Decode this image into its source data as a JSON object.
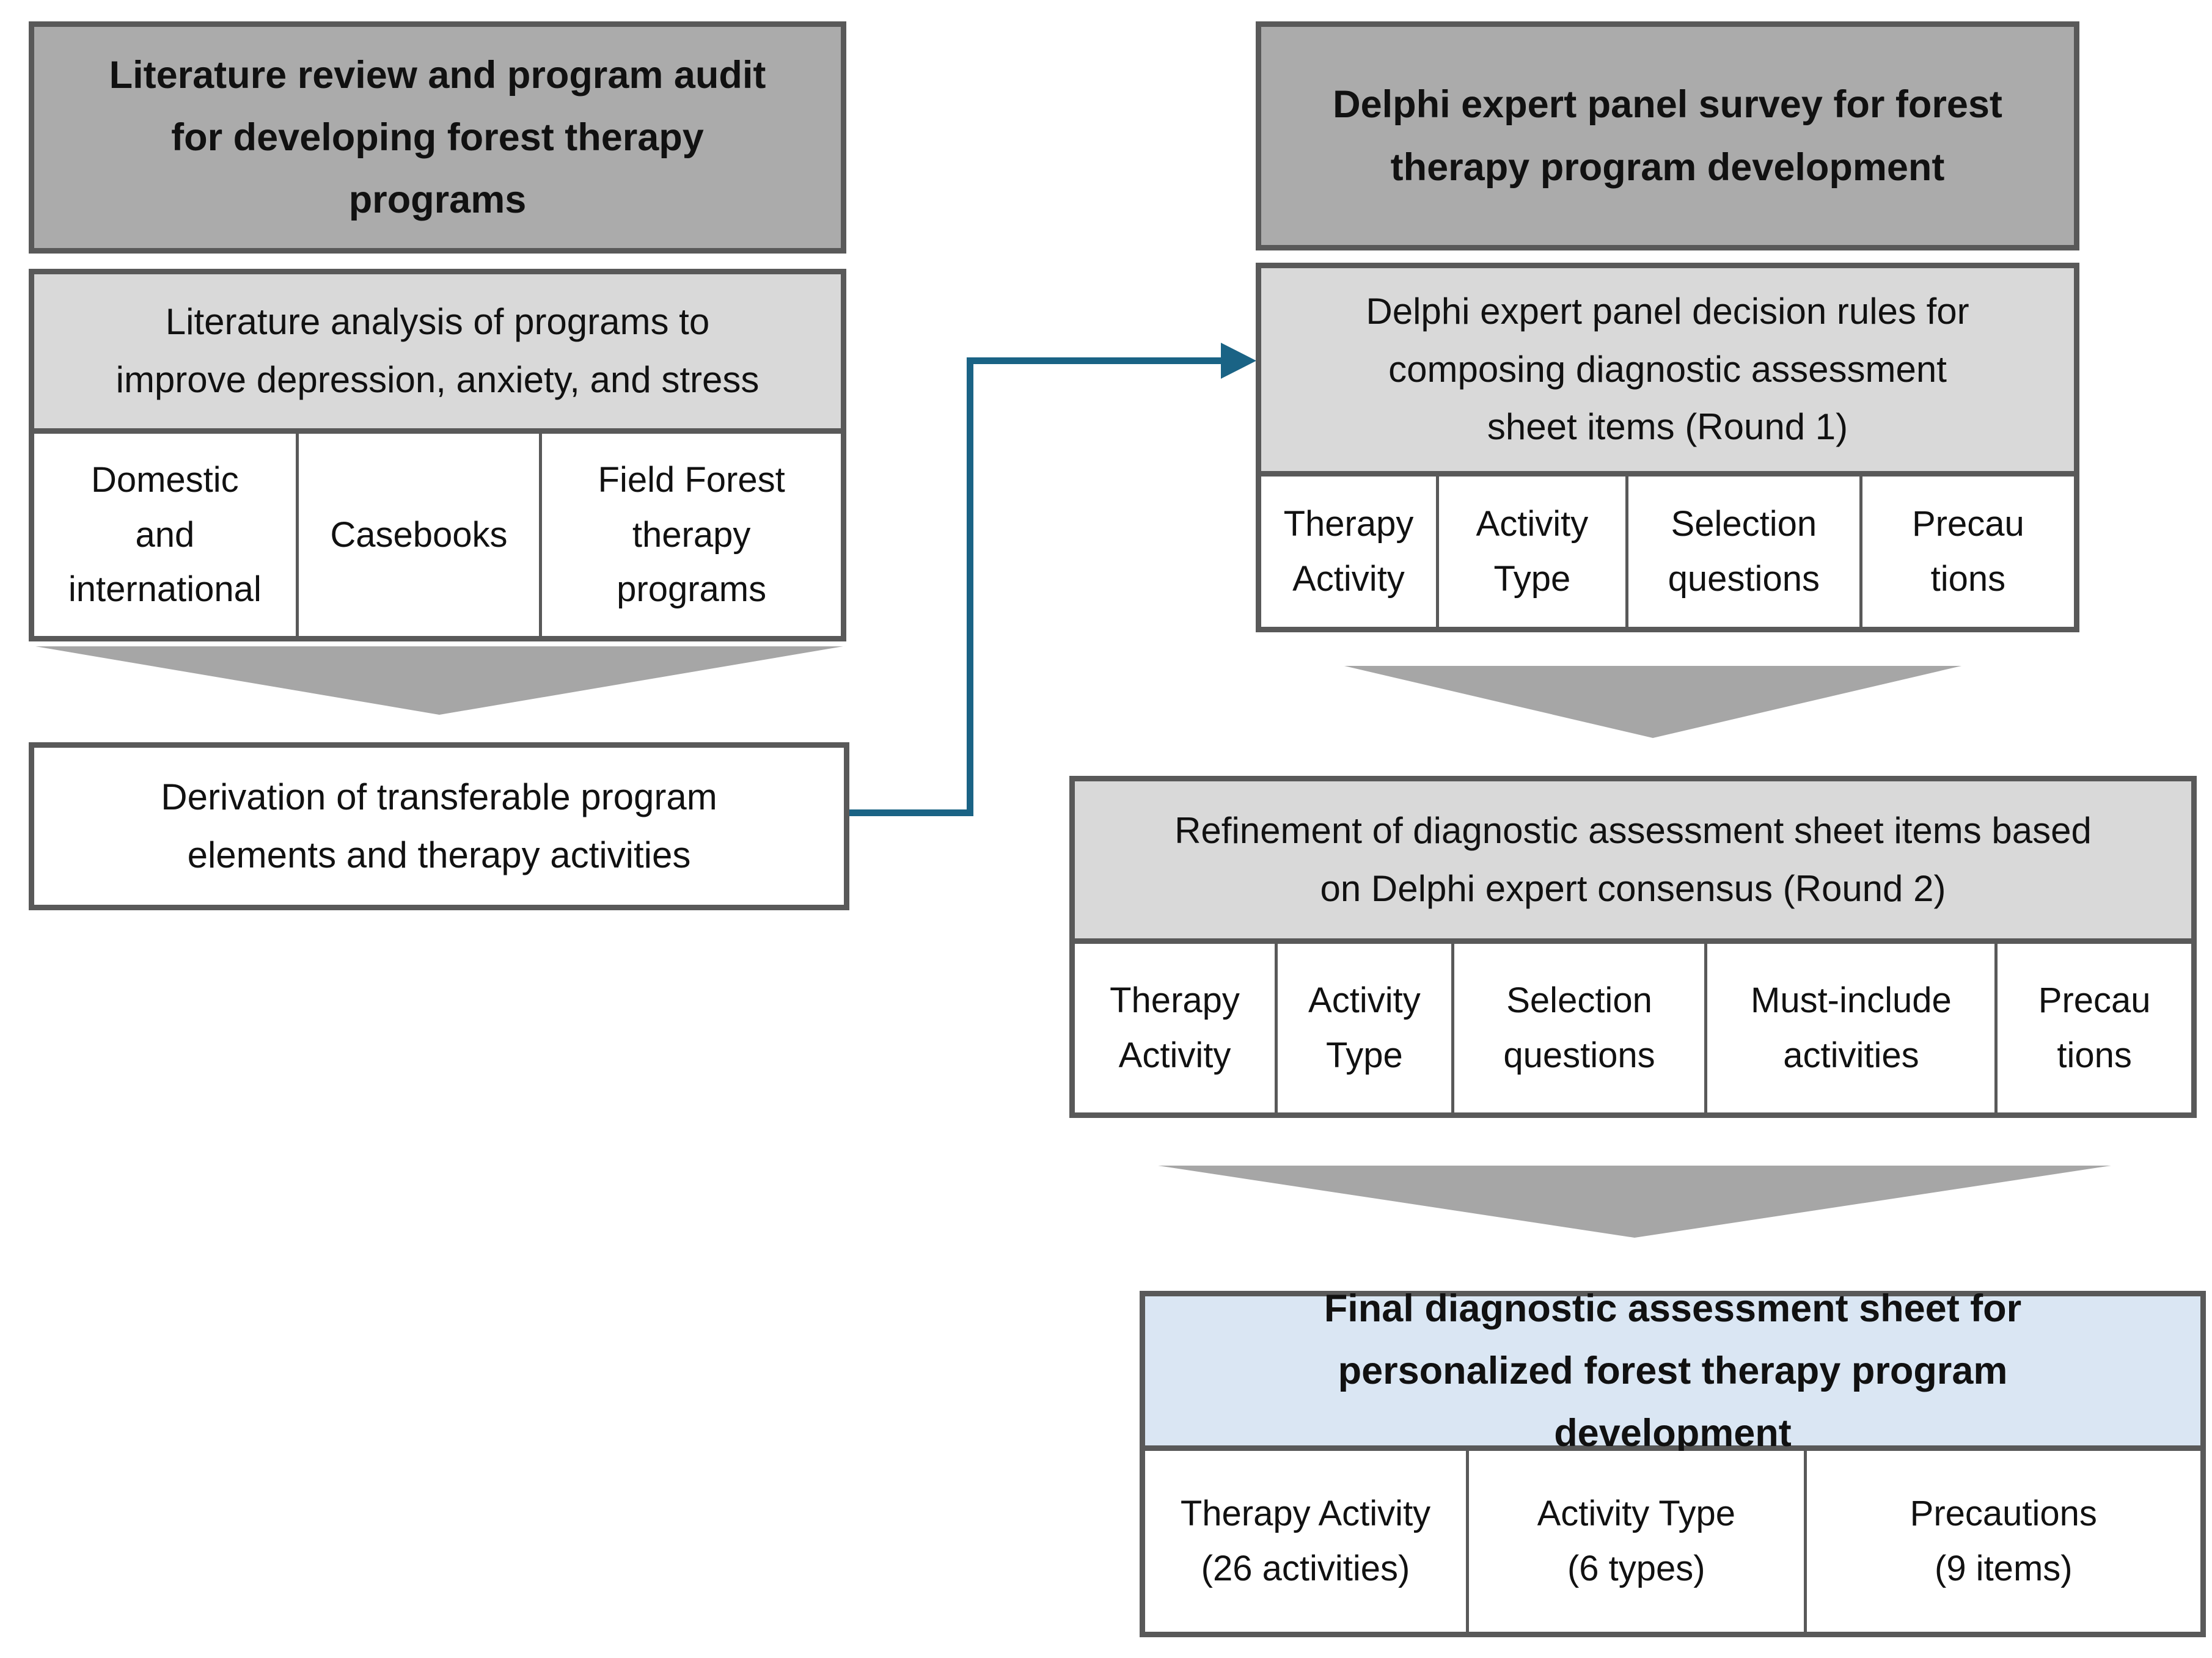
{
  "palette": {
    "background": "#FFFFFF",
    "border": "#595959",
    "box_dark_gray": "#ABABAB",
    "box_light_gray": "#D9D9D9",
    "box_light_blue": "#DAE6F3",
    "triangle": "#A6A6A6",
    "connector": "#1A6385",
    "text": "#111111"
  },
  "left": {
    "header": "Literature review and program audit\nfor developing forest therapy\nprograms",
    "analysis_title": "Literature analysis of programs to\nimprove depression, anxiety, and stress",
    "analysis_cells": [
      "Domestic\nand\ninternational",
      "Casebooks",
      "Field Forest\ntherapy\nprograms"
    ],
    "derivation": "Derivation of transferable program\nelements and therapy activities"
  },
  "right": {
    "header": "Delphi expert panel survey for forest\ntherapy program development",
    "round1_title": "Delphi expert panel decision rules for\ncomposing diagnostic assessment\nsheet items (Round 1)",
    "round1_cells": [
      "Therapy\nActivity",
      "Activity\nType",
      "Selection\nquestions",
      "Precau\ntions"
    ],
    "round2_title": "Refinement of diagnostic assessment sheet items based\non Delphi expert consensus (Round 2)",
    "round2_cells": [
      "Therapy\nActivity",
      "Activity\nType",
      "Selection\nquestions",
      "Must-include\nactivities",
      "Precau\ntions"
    ],
    "final_title": "Final diagnostic assessment sheet for\npersonalized forest therapy program\ndevelopment",
    "final_cells": [
      "Therapy Activity\n(26 activities)",
      "Activity Type\n(6 types)",
      "Precautions\n(9 items)"
    ]
  }
}
